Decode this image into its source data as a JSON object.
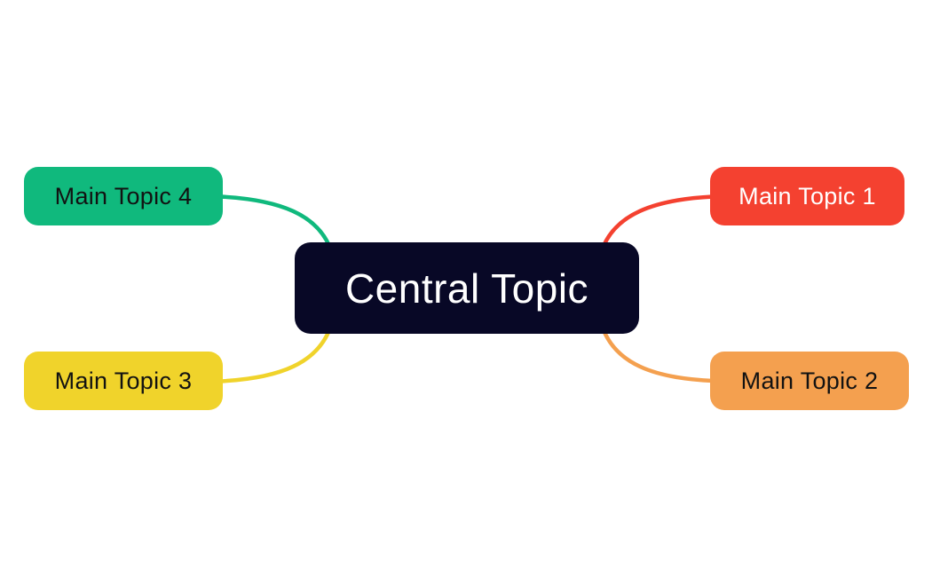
{
  "diagram": {
    "type": "mindmap",
    "background_color": "#ffffff",
    "central_topic": {
      "label": "Central Topic",
      "fill": "#080826",
      "text_color": "#ffffff"
    },
    "main_topics": [
      {
        "label": "Main Topic 1",
        "fill": "#f44130",
        "text_color": "#ffffff",
        "position": "top-right"
      },
      {
        "label": "Main Topic 2",
        "fill": "#f4a04f",
        "text_color": "#121212",
        "position": "bottom-right"
      },
      {
        "label": "Main Topic 3",
        "fill": "#f0d32b",
        "text_color": "#121212",
        "position": "bottom-left"
      },
      {
        "label": "Main Topic 4",
        "fill": "#10b97d",
        "text_color": "#121212",
        "position": "top-left"
      }
    ]
  }
}
